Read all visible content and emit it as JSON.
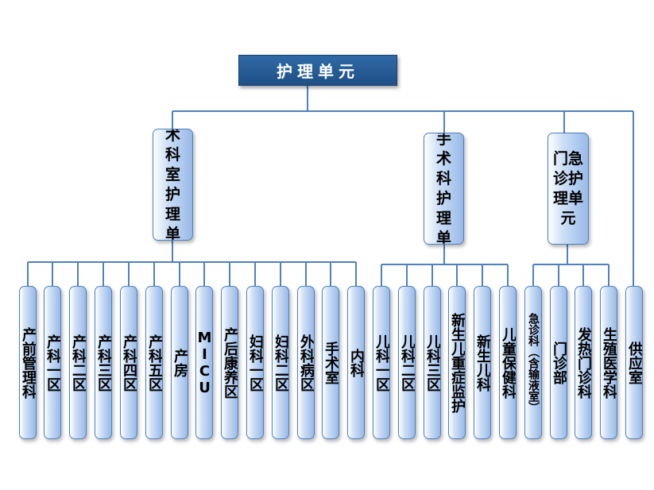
{
  "root": {
    "label": "护理单元"
  },
  "units": [
    {
      "label": "手术科室护理单元",
      "children": [
        "产前管理科",
        "产科一区",
        "产科二区",
        "产科三区",
        "产科四区",
        "产科五区",
        "产房",
        "MICU",
        "产后康养区",
        "妇科一区",
        "妇科二区",
        "外科病区",
        "手术室",
        "内科"
      ]
    },
    {
      "label": "非手术科护理单元",
      "children": [
        "儿科一区",
        "儿科二区",
        "儿科三区",
        "新生儿重症监护",
        "新生儿科",
        "儿童保健科"
      ]
    },
    {
      "label": "门急诊护理单元",
      "children": [
        "急诊科（含输液室）",
        "门诊部",
        "发热门诊科",
        "生殖医学科"
      ]
    }
  ],
  "standalone": {
    "label": "供应室"
  },
  "colors": {
    "root_fill": "#2a5f9a",
    "box_border": "#4f81bd",
    "connector": "#4f81bd"
  }
}
